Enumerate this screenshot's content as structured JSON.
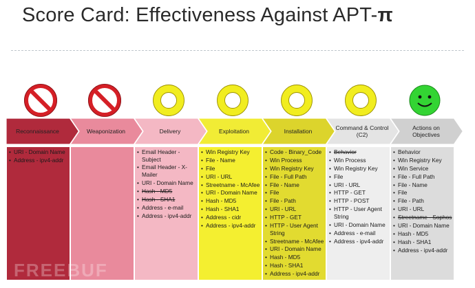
{
  "title": {
    "main": "Score Card: Effectiveness Against APT-",
    "symbol": "π"
  },
  "watermark": "FREEBUF",
  "stages": [
    {
      "label": "Reconnaissance",
      "status": "no",
      "fill": "#b02a3c",
      "col": "#b02a3c",
      "items": [
        {
          "text": "URI - Domain Name",
          "struck": false
        },
        {
          "text": "Address - ipv4-addr",
          "struck": false
        }
      ]
    },
    {
      "label": "Weaponization",
      "status": "no",
      "fill": "#e98a9c",
      "col": "#e98a9c",
      "items": []
    },
    {
      "label": "Delivery",
      "status": "partial",
      "fill": "#f4b8c4",
      "col": "#f4b8c4",
      "items": [
        {
          "text": "Email Header - Subject",
          "struck": false
        },
        {
          "text": "Email Header - X-Mailer",
          "struck": false
        },
        {
          "text": "URI - Domain Name",
          "struck": false
        },
        {
          "text": "Hash - MD5",
          "struck": true
        },
        {
          "text": "Hash - SHA1",
          "struck": true
        },
        {
          "text": "Address - e-mail",
          "struck": false
        },
        {
          "text": "Address - ipv4-addr",
          "struck": false
        }
      ]
    },
    {
      "label": "Exploitation",
      "status": "partial",
      "fill": "#f1ec35",
      "col": "#f4ef30",
      "items": [
        {
          "text": "Win Registry Key",
          "struck": false
        },
        {
          "text": "File - Name",
          "struck": false
        },
        {
          "text": "File",
          "struck": false
        },
        {
          "text": "URI - URL",
          "struck": false
        },
        {
          "text": "Streetname - McAfee",
          "struck": false
        },
        {
          "text": "URI - Domain Name",
          "struck": false
        },
        {
          "text": "Hash - MD5",
          "struck": false
        },
        {
          "text": "Hash - SHA1",
          "struck": false
        },
        {
          "text": "Address - cidr",
          "struck": false
        },
        {
          "text": "Address - ipv4-addr",
          "struck": false
        }
      ]
    },
    {
      "label": "Installation",
      "status": "partial",
      "fill": "#dcd42c",
      "col": "#e2db30",
      "items": [
        {
          "text": "Code - Binary_Code",
          "struck": false
        },
        {
          "text": "Win Process",
          "struck": false
        },
        {
          "text": "Win Registry Key",
          "struck": false
        },
        {
          "text": "File - Full Path",
          "struck": false
        },
        {
          "text": "File - Name",
          "struck": false
        },
        {
          "text": "File",
          "struck": false
        },
        {
          "text": "File - Path",
          "struck": false
        },
        {
          "text": "URI - URL",
          "struck": false
        },
        {
          "text": "HTTP - GET",
          "struck": false
        },
        {
          "text": "HTTP - User Agent String",
          "struck": false
        },
        {
          "text": "Streetname - McAfee",
          "struck": false
        },
        {
          "text": "URI - Domain Name",
          "struck": false
        },
        {
          "text": "Hash - MD5",
          "struck": false
        },
        {
          "text": "Hash - SHA1",
          "struck": false
        },
        {
          "text": "Address - ipv4-addr",
          "struck": false
        }
      ]
    },
    {
      "label": "Command & Control (C2)",
      "status": "partial",
      "fill": "#e4e4e4",
      "col": "#eeeeee",
      "items": [
        {
          "text": "Behavior",
          "struck": true
        },
        {
          "text": "Win Process",
          "struck": false
        },
        {
          "text": "Win Registry Key",
          "struck": false
        },
        {
          "text": "File",
          "struck": false
        },
        {
          "text": "URI - URL",
          "struck": false
        },
        {
          "text": "HTTP - GET",
          "struck": false
        },
        {
          "text": "HTTP - POST",
          "struck": false
        },
        {
          "text": "HTTP - User Agent String",
          "struck": false
        },
        {
          "text": "URI - Domain Name",
          "struck": false
        },
        {
          "text": "Address - e-mail",
          "struck": false
        },
        {
          "text": "Address - ipv4-addr",
          "struck": false
        }
      ]
    },
    {
      "label": "Actions on Objectives",
      "status": "yes",
      "fill": "#d0d0d0",
      "col": "#dcdcdc",
      "items": [
        {
          "text": "Behavior",
          "struck": false
        },
        {
          "text": "Win Registry Key",
          "struck": false
        },
        {
          "text": "Win Service",
          "struck": false
        },
        {
          "text": "File - Full Path",
          "struck": false
        },
        {
          "text": "File - Name",
          "struck": false
        },
        {
          "text": "File",
          "struck": false
        },
        {
          "text": "File - Path",
          "struck": false
        },
        {
          "text": "URI - URL",
          "struck": false
        },
        {
          "text": "Streetname - Sophos",
          "struck": true
        },
        {
          "text": "URI - Domain Name",
          "struck": false
        },
        {
          "text": "Hash - MD5",
          "struck": false
        },
        {
          "text": "Hash - SHA1",
          "struck": false
        },
        {
          "text": "Address - ipv4-addr",
          "struck": false
        }
      ]
    }
  ],
  "colors": {
    "no_ring": "#d51f26",
    "partial": "#f1ed1f",
    "yes": "#33d433",
    "ring_edge": "#9a8f00"
  }
}
